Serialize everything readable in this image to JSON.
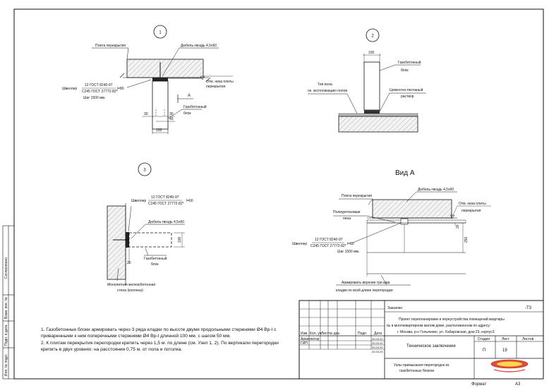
{
  "diagram": {
    "node1": {
      "number": "1",
      "slab_label": "Плита перекрытия",
      "anchor_label": "Дюбель-гвоздь 4,5х60",
      "channel_line1": "Швеллер",
      "channel_line2": "12 ГОСТ 8240-97",
      "channel_line3": "C245 ГОСТ 27772-82*",
      "channel_line4": "l=80",
      "step_label": "Шаг 1500 мм.",
      "mark_label": "Отм. низа плиты перекрытия",
      "section_letter": "А",
      "block_label": "Газобетонный блок",
      "dim_30a": "30",
      "dim_30b": "30",
      "dim_40": "40",
      "dim_100": "100"
    },
    "node2": {
      "number": "2",
      "dim_100": "100",
      "block_label": "Газобетонный блок",
      "floor_label": "Тип.пола ок. эксплликацию полов",
      "mortar_label": "Цементно-песчаный раствор"
    },
    "node3": {
      "number": "3",
      "channel_line1": "Швеллер",
      "channel_line2": "12 ГОСТ 8240-97",
      "channel_line3": "C245 ГОСТ 27772-82*",
      "channel_line4": "l=60",
      "anchor_label": "Дюбель-гвоздь 4,5х60",
      "block_label": "Газобетонный блок",
      "wall_label": "Монолитная железобетонная стена (колонна)",
      "dim_100": "100",
      "dim_20": "20"
    },
    "view_a": {
      "title": "Вид А",
      "slab_label": "Плита перекрытия",
      "anchor_label": "Дюбель-гвоздь 4,5х60",
      "mark_label": "Отм. низа плиты перекрытия",
      "foam_label": "Полиуретановая пена",
      "channel_line1": "Швеллер",
      "channel_line2": "12 ГОСТ 8240-97",
      "channel_line3": "C245 ГОСТ 27772-82*",
      "channel_line4": "l=80",
      "step_label": "Шаг 1500 мм.",
      "rebar_label": "Армировать верхние три шва кладки по всей длине перегородки",
      "dim_20": "20",
      "dim_250": "250"
    }
  },
  "notes": [
    "1. Газобетонные блоки армировать через 3 ряда кладки по высоте двумя продольными стержнями Ø4 Вр-I с приваренными к ним поперечными стержнями Ø4 Вр-I длинной 100 мм. с шагом 50 мм.",
    "2. К плитам перекрытия перегородки крепить через 1,5 м. по длине (см. Узел 1, 2). По вертикали перегородки крепить в двух уровнях: на расстоянии 0,75 м. от пола и потолка."
  ],
  "left_strip": {
    "agreed": "Согласовано",
    "inv_replace": "Взам. инв. №",
    "sign_date": "Подп. и дата",
    "inv_orig": "Инв. № подл."
  },
  "title_block": {
    "customer_label": "Заказчик:",
    "code": "-Т3",
    "project_text": "Проект перепланировки и переустройства помещений квартиры № в многоквартирном жилом доме, расположенном по адресу: г. Москва, р-н Гольяново, ул. Хабаровская, дом 23, корпус3",
    "headers": [
      "Изм.",
      "Кол. уч",
      "Лист",
      "№ док.",
      "Подп.",
      "Дата"
    ],
    "roles": [
      {
        "role": "Архитектор",
        "date": "20.03.20"
      },
      {
        "role": "ГИП",
        "date": "20.03.20"
      }
    ],
    "extra_dates": [
      "20.03.20",
      "20.03.20"
    ],
    "document_title": "Техническое заключение",
    "stage_header": "Стадия",
    "sheet_header": "Лист",
    "sheets_header": "Листов",
    "stage_value": "П",
    "sheet_value": "19",
    "sheets_value": "",
    "sheet_title": "Узлы примыкания перегородок из газобетонных блоков",
    "format_label": "Формат",
    "format_value": "А3"
  }
}
